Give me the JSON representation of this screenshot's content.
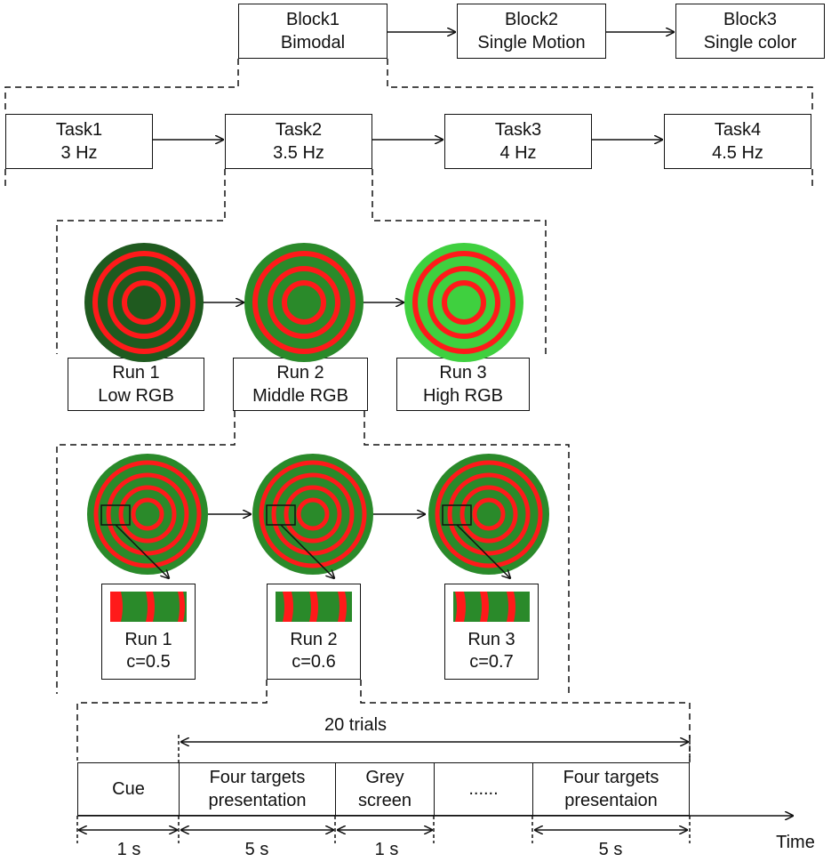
{
  "blocks": [
    {
      "name": "Block1",
      "sub": "Bimodal"
    },
    {
      "name": "Block2",
      "sub": "Single Motion"
    },
    {
      "name": "Block3",
      "sub": "Single color"
    }
  ],
  "tasks": [
    {
      "name": "Task1",
      "freq": "3 Hz"
    },
    {
      "name": "Task2",
      "freq": "3.5 Hz"
    },
    {
      "name": "Task3",
      "freq": "4 Hz"
    },
    {
      "name": "Task4",
      "freq": "4.5 Hz"
    }
  ],
  "rgb_runs": [
    {
      "name": "Run 1",
      "level": "Low RGB"
    },
    {
      "name": "Run 2",
      "level": "Middle RGB"
    },
    {
      "name": "Run 3",
      "level": "High RGB"
    }
  ],
  "contrast_runs": [
    {
      "name": "Run 1",
      "c": "c=0.5"
    },
    {
      "name": "Run 2",
      "c": "c=0.6"
    },
    {
      "name": "Run 3",
      "c": "c=0.7"
    }
  ],
  "timeline": {
    "trials_label": "20 trials",
    "segments": [
      {
        "label": "Cue",
        "duration": "1 s"
      },
      {
        "label_line1": "Four targets",
        "label_line2": "presentation",
        "duration": "5 s"
      },
      {
        "label_line1": "Grey",
        "label_line2": "screen",
        "duration": "1 s"
      },
      {
        "label": "......"
      },
      {
        "label_line1": "Four targets",
        "label_line2": "presentaion",
        "duration": "5 s"
      }
    ],
    "axis_label": "Time"
  },
  "colors": {
    "dark_green": "#1f5a1f",
    "mid_green": "#2a8a2a",
    "light_green": "#3fd03f",
    "red": "#ff1a1a",
    "line": "#111111"
  }
}
